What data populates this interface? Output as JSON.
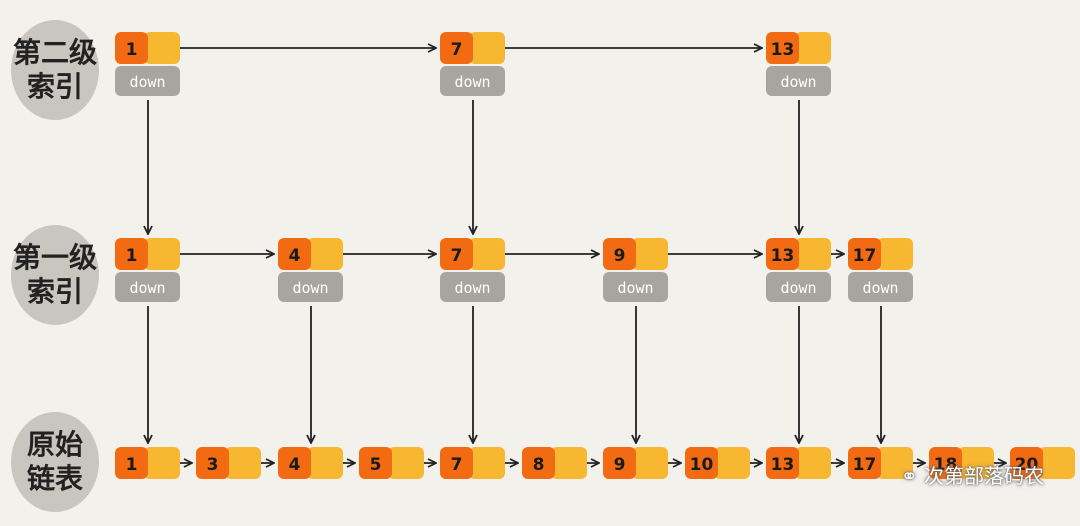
{
  "colors": {
    "background": "#f3f1ec",
    "key_cell": "#f26a12",
    "next_cell": "#f7b731",
    "down_box": "#a8a59e",
    "down_text": "#ffffff",
    "label_blob": "#c9c6bf",
    "arrow": "#222222",
    "dot": "#222222"
  },
  "levels": [
    {
      "label_lines": [
        "第二级",
        "索引"
      ],
      "nodes": [
        "1",
        "7",
        "13"
      ]
    },
    {
      "label_lines": [
        "第一级",
        "索引"
      ],
      "nodes": [
        "1",
        "4",
        "7",
        "9",
        "13",
        "17"
      ]
    },
    {
      "label_lines": [
        "原始",
        "链表"
      ],
      "nodes": [
        "1",
        "3",
        "4",
        "5",
        "7",
        "8",
        "9",
        "10",
        "13",
        "17",
        "18",
        "20"
      ]
    }
  ],
  "down_label": "down",
  "watermark": {
    "icon": "wechat-icon",
    "text": "次第部落码农"
  }
}
